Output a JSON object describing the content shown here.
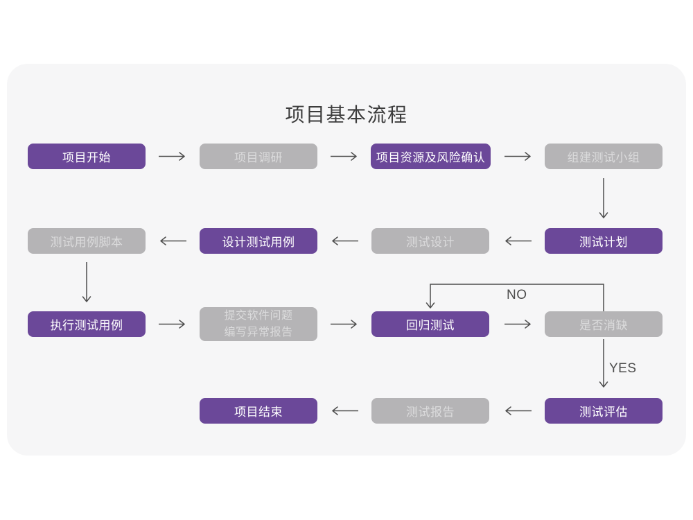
{
  "title": "项目基本流程",
  "colors": {
    "accent_purple": "#6B4899",
    "node_gray": "#B5B4B6",
    "node_gray_text": "#DBDBDC",
    "card_bg": "#F6F6F7",
    "arrow_color": "#4D4D4D",
    "title_color": "#3C3C3C"
  },
  "flowchart": {
    "nodes": [
      {
        "id": "project-start",
        "label": "项目开始",
        "variant": "purple"
      },
      {
        "id": "project-research",
        "label": "项目调研",
        "variant": "gray"
      },
      {
        "id": "resources-risk",
        "label": "项目资源及风险确认",
        "variant": "purple"
      },
      {
        "id": "build-test-team",
        "label": "组建测试小组",
        "variant": "gray"
      },
      {
        "id": "test-case-script",
        "label": "测试用例脚本",
        "variant": "gray"
      },
      {
        "id": "design-test-cases",
        "label": "设计测试用例",
        "variant": "purple"
      },
      {
        "id": "test-design",
        "label": "测试设计",
        "variant": "gray"
      },
      {
        "id": "test-plan",
        "label": "测试计划",
        "variant": "purple"
      },
      {
        "id": "execute-test-cases",
        "label": "执行测试用例",
        "variant": "purple"
      },
      {
        "id": "submit-issues-report",
        "label": "提交软件问题\n编写异常报告",
        "variant": "gray"
      },
      {
        "id": "regression-test",
        "label": "回归测试",
        "variant": "purple"
      },
      {
        "id": "defect-cleared",
        "label": "是否消缺",
        "variant": "gray"
      },
      {
        "id": "project-end",
        "label": "项目结束",
        "variant": "purple"
      },
      {
        "id": "test-report",
        "label": "测试报告",
        "variant": "gray"
      },
      {
        "id": "test-evaluation",
        "label": "测试评估",
        "variant": "purple"
      }
    ],
    "edge_labels": {
      "no": "NO",
      "yes": "YES"
    }
  }
}
